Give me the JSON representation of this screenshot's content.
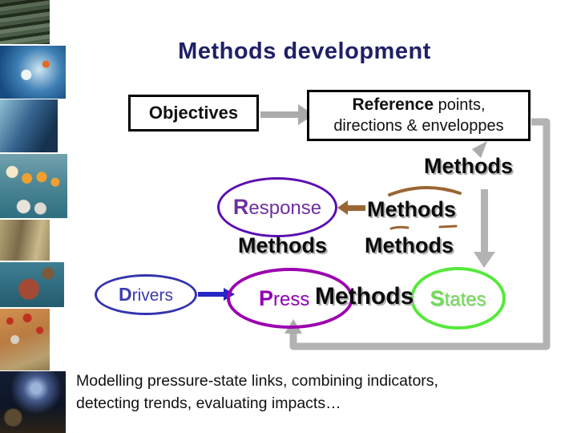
{
  "slide": {
    "title": "Methods development",
    "background_color": "#FFFFFF"
  },
  "sidebar": {
    "paintings": [
      {
        "name": "sardines-painting"
      },
      {
        "name": "blue-sea-splash-painting"
      },
      {
        "name": "diving-whale-painting"
      },
      {
        "name": "buoys-and-seals-painting"
      },
      {
        "name": "beached-fish-painting"
      },
      {
        "name": "octopus-painting"
      },
      {
        "name": "starfish-painting"
      },
      {
        "name": "night-seafloor-painting"
      }
    ]
  },
  "boxes": {
    "objectives": {
      "label": "Objectives"
    },
    "reference": {
      "title_bold": "Reference",
      "title_rest": " points,",
      "line2": "directions & enveloppes"
    }
  },
  "ellipses": {
    "response": {
      "initial": "R",
      "rest": "esponse"
    },
    "drivers": {
      "initial": "D",
      "rest": "rivers"
    },
    "press": {
      "initial": "P",
      "rest": "ress"
    },
    "states": {
      "initial": "S",
      "rest": "tates"
    }
  },
  "methods": {
    "label": "Methods"
  },
  "caption": {
    "line1": "Modelling pressure-state links, combining indicators,",
    "line2": "detecting trends, evaluating impacts…"
  },
  "colors": {
    "title": "#1F2066",
    "gray_connector": "#ABABAB",
    "brown_accent": "#996633",
    "response_purple": "#5B0DB0",
    "press_magenta": "#9B00AE",
    "states_green": "#55E93A",
    "drivers_blue": "#3434AE",
    "methods_shadow": "#B3B3B3"
  }
}
